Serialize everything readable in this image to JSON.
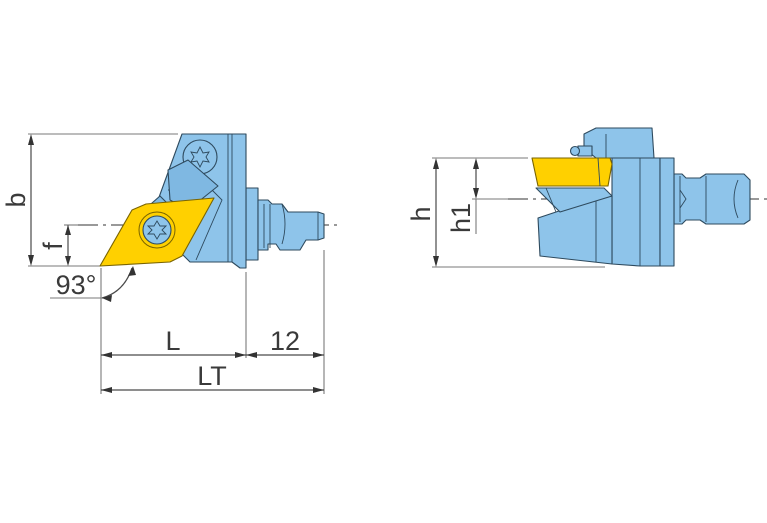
{
  "diagram": {
    "type": "technical-drawing",
    "subject": "Turning tool holder with rhombic insert (side and front views)",
    "colors": {
      "holder": "#8ec4ea",
      "holder_outline": "#2e4a5e",
      "insert": "#ffd000",
      "dimension_lines": "#4a4a4a"
    },
    "left_view": {
      "dimensions": {
        "b": "b",
        "f": "f",
        "angle": "93°",
        "L": "L",
        "shank_length": "12",
        "LT": "LT"
      },
      "parts": [
        "holder-body",
        "clamp-screw",
        "clamp-lever",
        "insert",
        "insert-screw",
        "shank"
      ]
    },
    "right_view": {
      "dimensions": {
        "h": "h",
        "h1": "h1"
      },
      "parts": [
        "holder-body",
        "insert",
        "coolant-nozzle",
        "shank-adapter"
      ]
    }
  }
}
